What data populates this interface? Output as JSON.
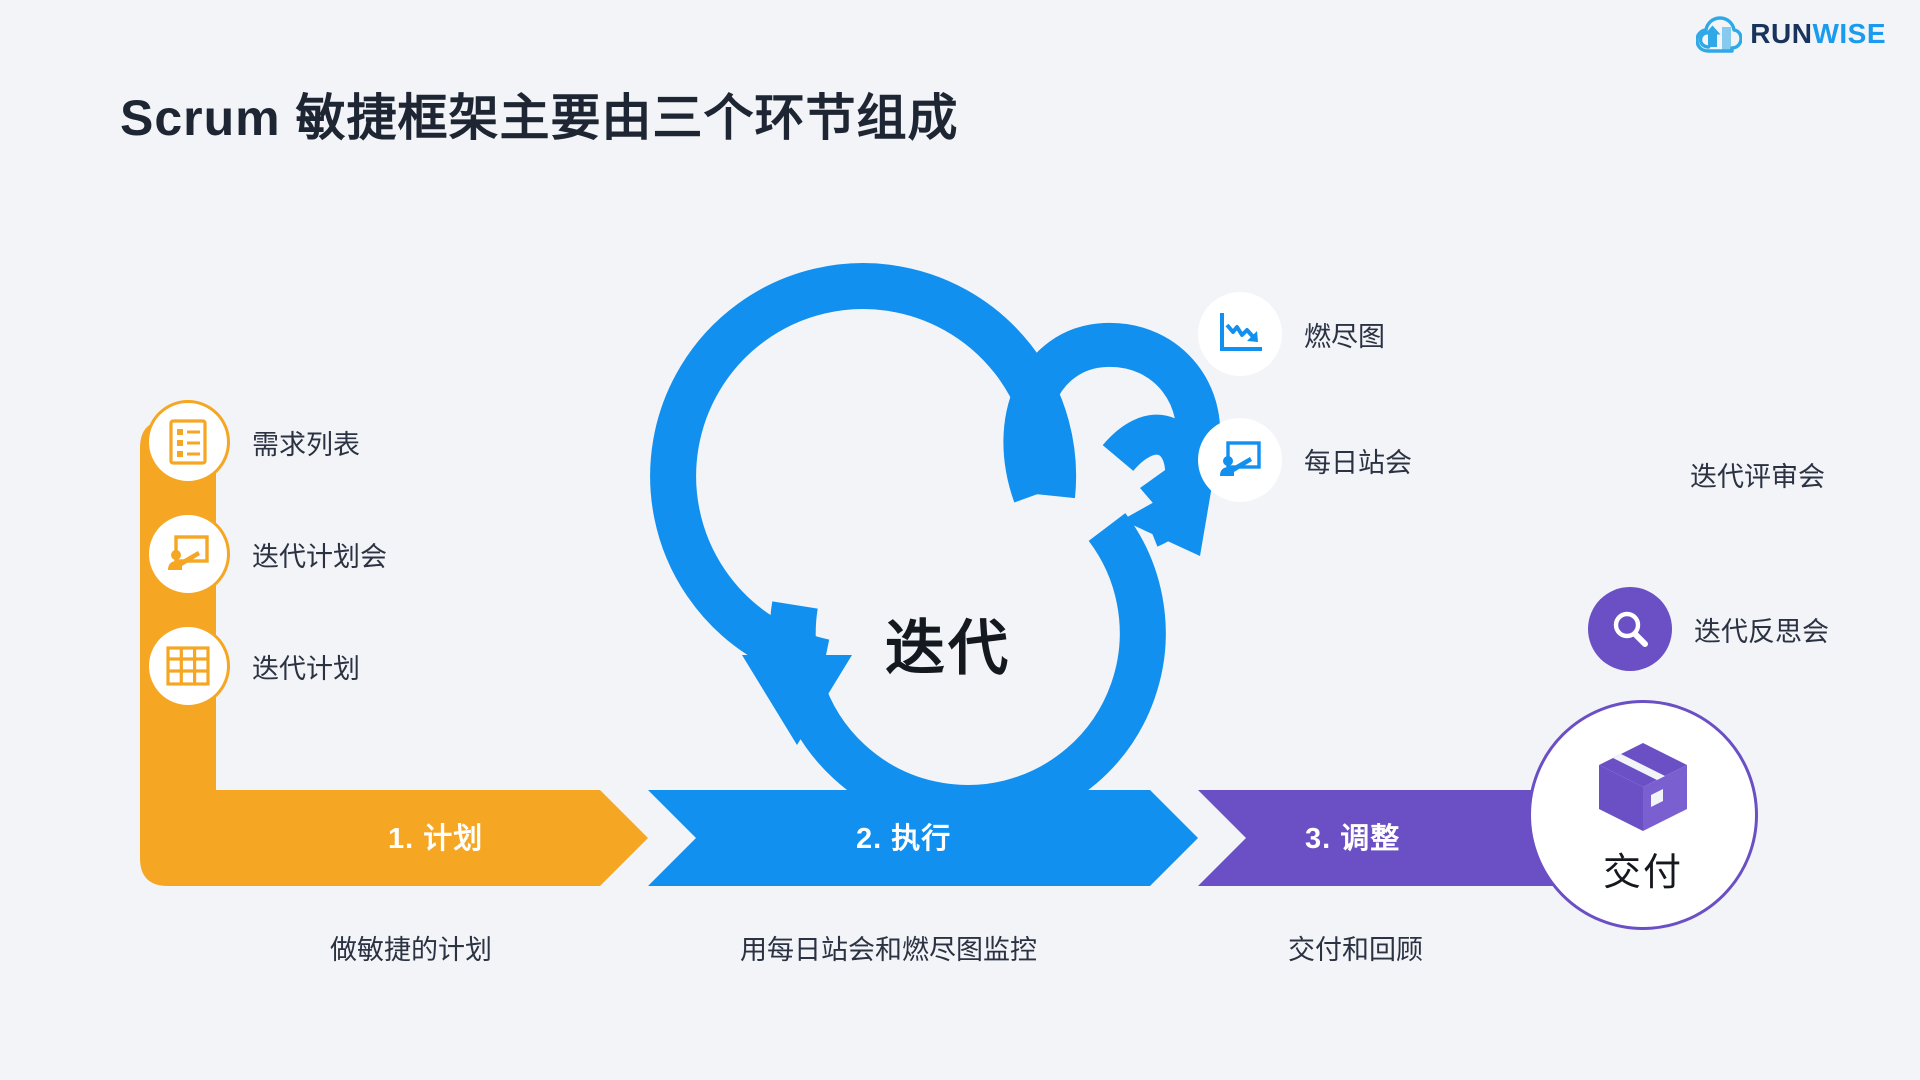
{
  "brand": {
    "logo_icon": "cloud-arrow-icon",
    "name_part_1": "RUN",
    "name_part_2": "WISE",
    "color_dark": "#18345c",
    "color_light": "#1b9bed"
  },
  "page": {
    "title": "Scrum 敏捷框架主要由三个环节组成",
    "background": "#f2f4f8"
  },
  "loop": {
    "center_label": "迭代",
    "color": "#1190ef"
  },
  "stages": [
    {
      "label": "1. 计划",
      "color": "#f5a623",
      "caption": "做敏捷的计划"
    },
    {
      "label": "2. 执行",
      "color": "#1190ef",
      "caption": "用每日站会和燃尽图监控"
    },
    {
      "label": "3. 调整",
      "color": "#6b4fc4",
      "caption": "交付和回顾"
    }
  ],
  "plan_items": [
    {
      "label": "需求列表",
      "icon": "checklist-icon",
      "color": "#f5a623"
    },
    {
      "label": "迭代计划会",
      "icon": "presentation-icon",
      "color": "#f5a623"
    },
    {
      "label": "迭代计划",
      "icon": "table-grid-icon",
      "color": "#f5a623"
    }
  ],
  "execute_items": [
    {
      "label": "燃尽图",
      "icon": "burndown-chart-icon",
      "color": "#1190ef"
    },
    {
      "label": "每日站会",
      "icon": "presentation-icon",
      "color": "#1190ef"
    }
  ],
  "adjust_items": [
    {
      "label": "迭代评审会",
      "icon": "none",
      "color": "#2b3242"
    },
    {
      "label": "迭代反思会",
      "icon": "magnifier-icon",
      "color": "#6b4fc4"
    }
  ],
  "delivery": {
    "label": "交付",
    "icon": "package-box-icon",
    "color": "#6b4fc4"
  }
}
